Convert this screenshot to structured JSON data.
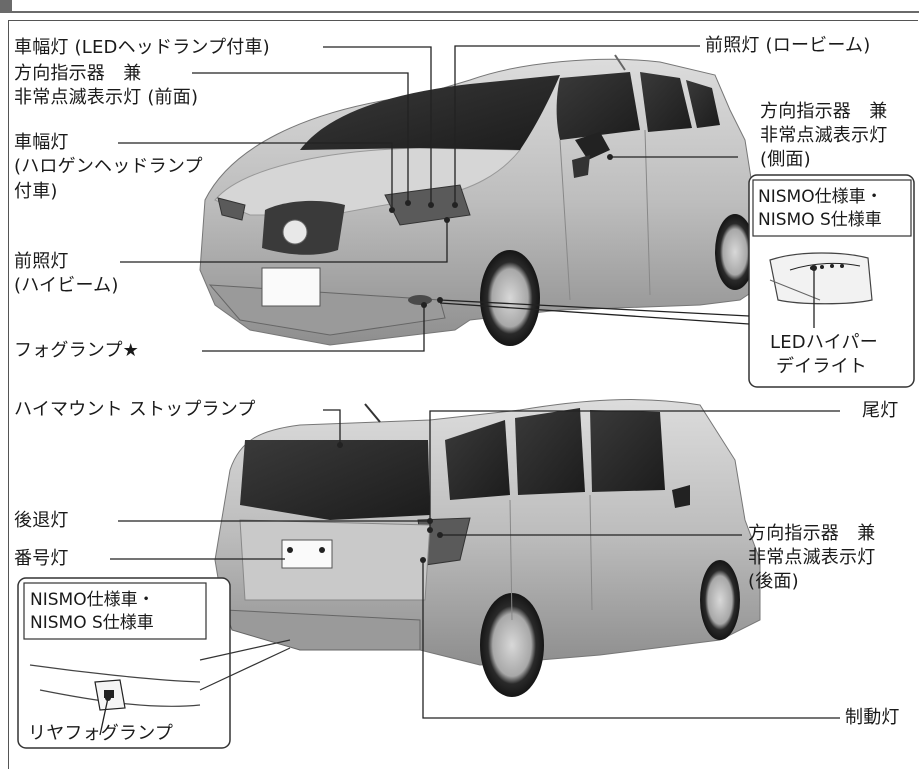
{
  "labels": {
    "front_side_marker_led": "車幅灯 (LEDヘッドランプ付車)",
    "front_turn_l1": "方向指示器　兼",
    "front_turn_l2": "非常点滅表示灯 (前面)",
    "front_side_marker_halogen_l1": "車幅灯",
    "front_side_marker_halogen_l2": "(ハロゲンヘッドランプ",
    "front_side_marker_halogen_l3": "付車)",
    "high_beam_l1": "前照灯",
    "high_beam_l2": "(ハイビーム)",
    "fog_lamp": "フォグランプ★",
    "low_beam": "前照灯 (ロービーム)",
    "side_turn_l1": "方向指示器　兼",
    "side_turn_l2": "非常点滅表示灯",
    "side_turn_l3": "(側面)",
    "high_mount_stop": "ハイマウント ストップランプ",
    "tail_lamp": "尾灯",
    "backup_lamp": "後退灯",
    "license_lamp": "番号灯",
    "rear_turn_l1": "方向指示器　兼",
    "rear_turn_l2": "非常点滅表示灯",
    "rear_turn_l3": "(後面)",
    "brake_lamp": "制動灯"
  },
  "inset_front": {
    "title_l1": "NISMO仕様車・",
    "title_l2": "NISMO S仕様車",
    "caption_l1": "LEDハイパー",
    "caption_l2": "デイライト"
  },
  "inset_rear": {
    "title_l1": "NISMO仕様車・",
    "title_l2": "NISMO S仕様車",
    "caption": "リヤフォグランプ"
  }
}
